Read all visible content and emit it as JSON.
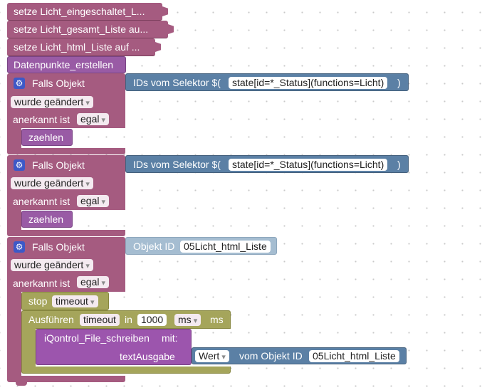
{
  "var_rows": [
    "setze Licht_eingeschaltet_L...",
    "setze Licht_gesamt_Liste au...",
    "setze Licht_html_Liste auf ..."
  ],
  "procedure_call": "Datenpunkte_erstellen",
  "trigger1": {
    "label": "Falls Objekt",
    "selector_label": "IDs vom Selektor $(",
    "selector_value": "state[id=*_Status](functions=Licht)",
    "selector_close": ")",
    "change_value": "wurde geändert",
    "ack_label": "anerkannt ist",
    "ack_value": "egal",
    "call_label": "zaehlen"
  },
  "trigger2": {
    "label": "Falls Objekt",
    "selector_label": "IDs vom Selektor $(",
    "selector_value": "state[id=*_Status](functions=Licht)",
    "selector_close": ")",
    "change_value": "wurde geändert",
    "ack_label": "anerkannt ist",
    "ack_value": "egal",
    "call_label": "zaehlen"
  },
  "trigger3": {
    "label": "Falls Objekt",
    "object_label": "Objekt ID",
    "object_value": "05Licht_html_Liste",
    "change_value": "wurde geändert",
    "ack_label": "anerkannt ist",
    "ack_value": "egal"
  },
  "stop_block": {
    "label": "stop",
    "value": "timeout"
  },
  "timeout_block": {
    "label": "Ausführen",
    "name": "timeout",
    "in_label": "in",
    "delay": "1000",
    "unit_select": "ms",
    "unit_label": "ms"
  },
  "file_block": {
    "label": "iQontrol_File_schreiben",
    "with_label": "mit:",
    "param_label": "textAusgabe",
    "value_select": "Wert",
    "from_label": "vom Objekt ID",
    "object_value": "05Licht_html_Liste"
  },
  "colors": {
    "variables": "#a55b80",
    "procedures": "#995ba5",
    "selector": "#5b80a5",
    "object_id": "#a5bdd1",
    "timeouts": "#a5a55b",
    "gear": "#3d59c7"
  }
}
